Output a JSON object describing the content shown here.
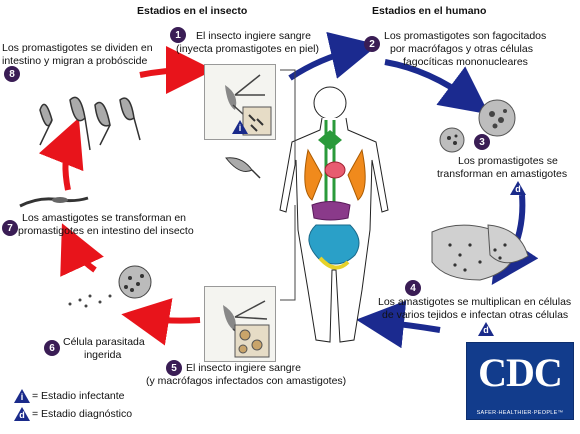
{
  "headers": {
    "insect": "Estadios en el insecto",
    "human": "Estadios en el humano"
  },
  "steps": [
    {
      "num": "1",
      "line1": "El insecto ingiere sangre",
      "line2": "(inyecta promastigotes en piel)"
    },
    {
      "num": "2",
      "line1": "Los promastigotes son fagocitados",
      "line2": "por macrófagos y otras células",
      "line3": "fagocíticas mononucleares"
    },
    {
      "num": "3",
      "line1": "Los promastigotes se",
      "line2": "transforman en amastigotes"
    },
    {
      "num": "4",
      "line1": "Los amastigotes se multiplican en células",
      "line2": "de varios tejidos e infectan otras células"
    },
    {
      "num": "5",
      "line1": "El insecto ingiere sangre",
      "line2": "(y macrófagos infectados con amastigotes)"
    },
    {
      "num": "6",
      "line1": "Célula parasitada",
      "line2": "ingerida"
    },
    {
      "num": "7",
      "line1": "Los amastigotes se transforman en",
      "line2": "promastigotes en intestino del insecto"
    },
    {
      "num": "8",
      "line1": "Los promastigotes se dividen en",
      "line2": "intestino y migran a probóscide"
    }
  ],
  "legend": {
    "infective_symbol": "i",
    "infective": "= Estadio infectante",
    "diagnostic_symbol": "d",
    "diagnostic": "= Estadio diagnóstico"
  },
  "logo": {
    "text": "CDC",
    "tagline": "SAFER·HEALTHIER·PEOPLE™"
  },
  "colors": {
    "human_arrows": "#1b2a8f",
    "insect_arrows": "#e8141b",
    "step_circle": "#3a1d55",
    "badge": "#1a2a8a",
    "cdc_blue": "#123c8c"
  }
}
